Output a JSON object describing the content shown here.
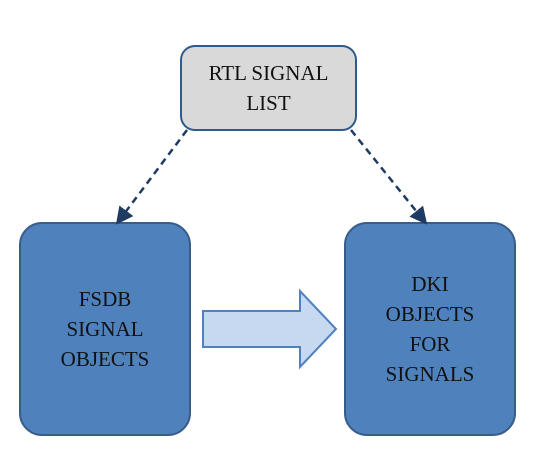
{
  "nodes": {
    "rtl": {
      "lines": [
        "RTL SIGNAL",
        "LIST"
      ],
      "fill": "#D9D9D9",
      "stroke": "#2E5A8F"
    },
    "fsdb": {
      "lines": [
        "FSDB",
        "SIGNAL",
        "OBJECTS"
      ],
      "fill": "#4F81BD",
      "stroke": "#385D8A"
    },
    "dki": {
      "lines": [
        "DKI",
        "OBJECTS",
        "FOR",
        "SIGNALS"
      ],
      "fill": "#4F81BD",
      "stroke": "#385D8A"
    }
  },
  "edges": [
    {
      "from": "rtl",
      "to": "fsdb",
      "style": "dashed",
      "color": "#1F3B63"
    },
    {
      "from": "rtl",
      "to": "dki",
      "style": "dashed",
      "color": "#1F3B63"
    },
    {
      "from": "fsdb",
      "to": "dki",
      "style": "block-arrow",
      "fill": "#C6D9F1",
      "stroke": "#4F81BD"
    }
  ]
}
